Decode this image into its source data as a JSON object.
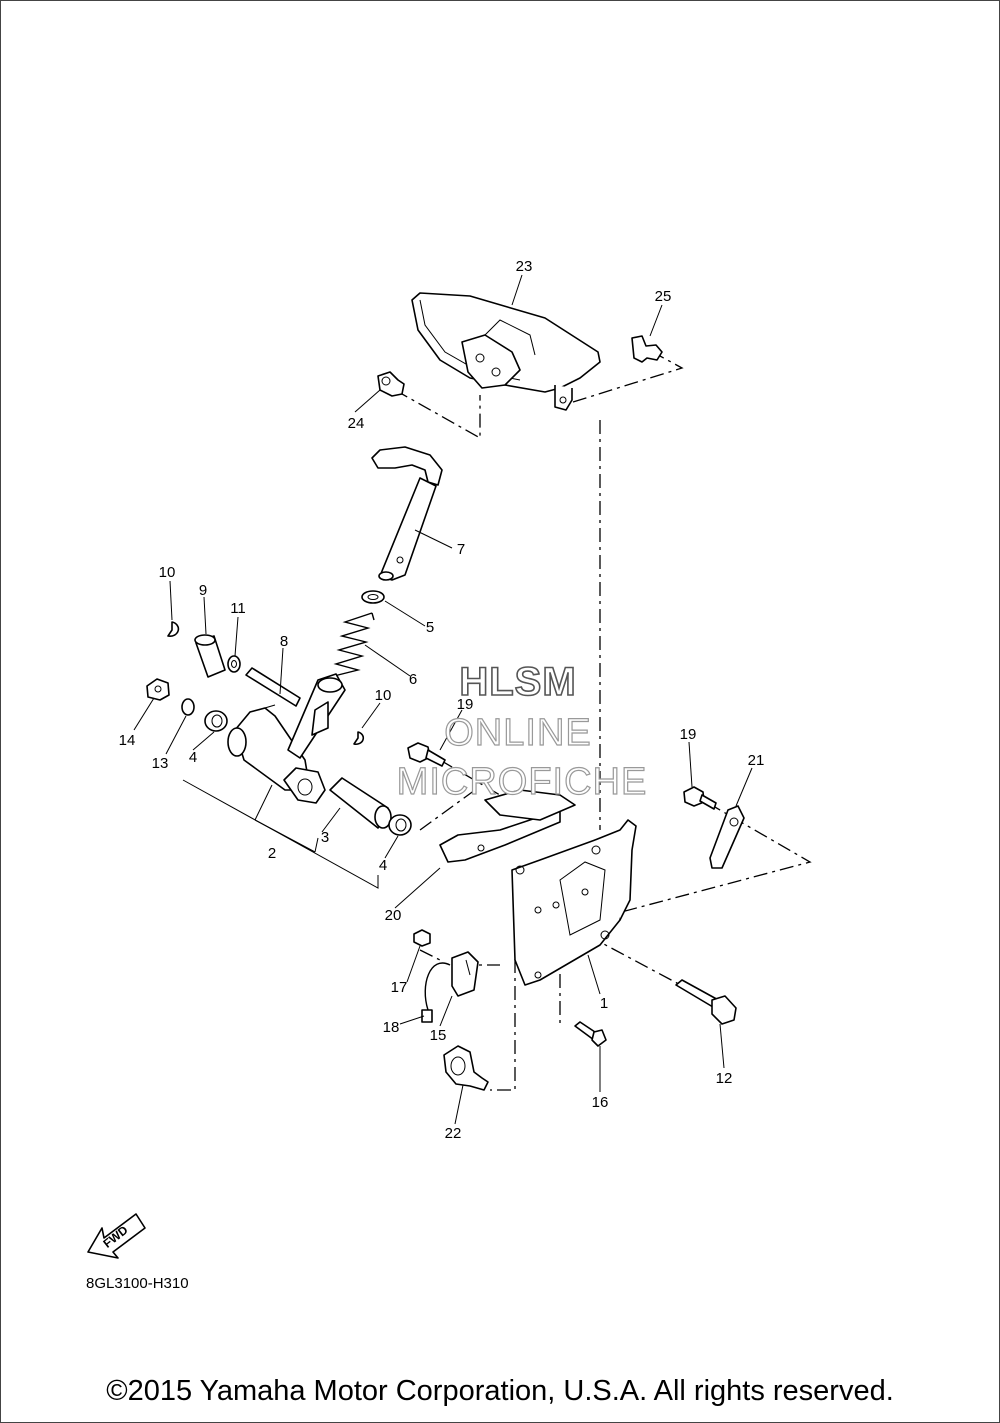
{
  "callouts": [
    "1",
    "2",
    "3",
    "4",
    "4",
    "5",
    "6",
    "7",
    "8",
    "9",
    "10",
    "10",
    "11",
    "12",
    "13",
    "14",
    "15",
    "16",
    "17",
    "18",
    "19",
    "19",
    "20",
    "21",
    "22",
    "23",
    "24",
    "25"
  ],
  "watermark": {
    "line1": "HLSM",
    "line2": "ONLINE",
    "line3": "MICROFICHE"
  },
  "fwd_label": "FWD",
  "diagram_code": "8GL3100-H310",
  "copyright": "©2015 Yamaha Motor Corporation, U.S.A. All rights reserved."
}
